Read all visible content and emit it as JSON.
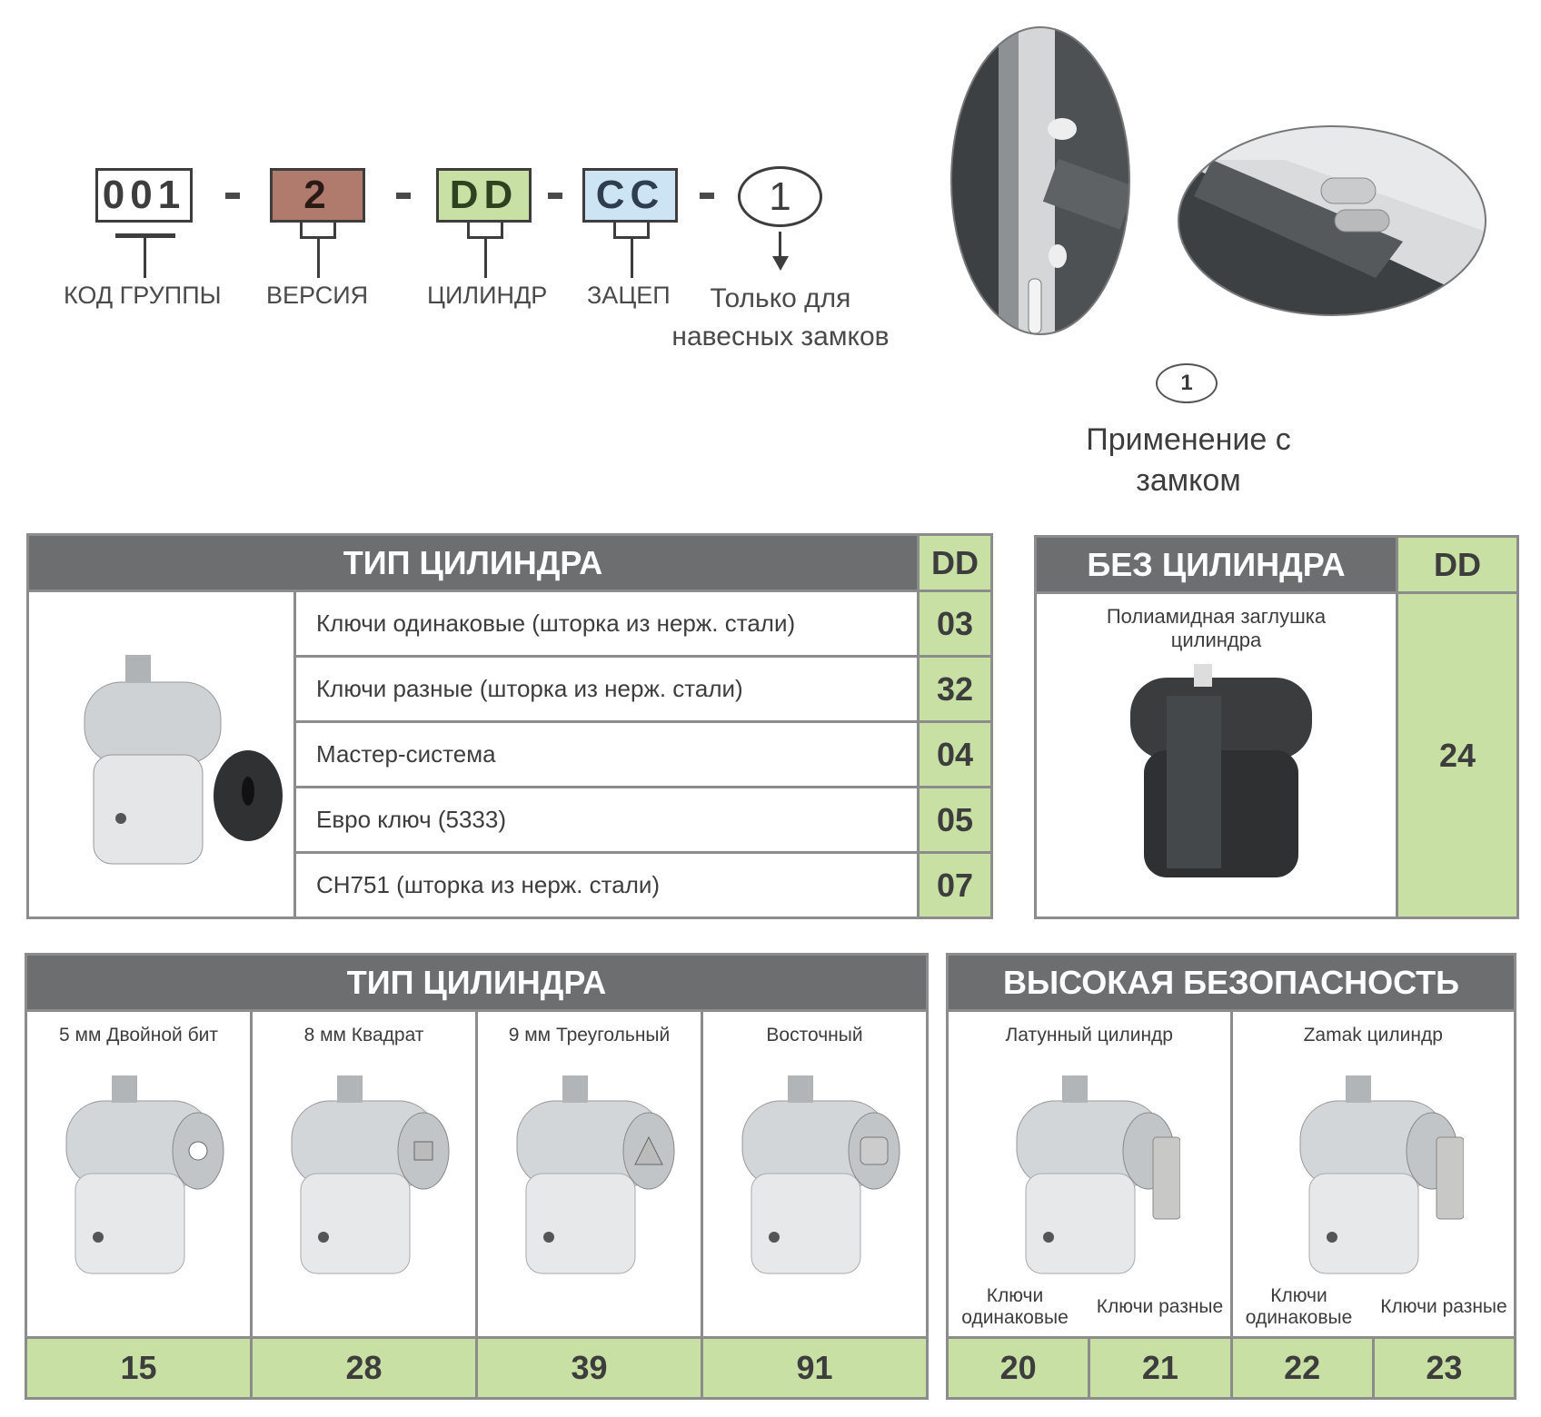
{
  "code": {
    "parts": [
      {
        "value": "001",
        "label": "КОД ГРУППЫ",
        "color": "#ffffff"
      },
      {
        "value": "2",
        "label": "ВЕРСИЯ",
        "color": "#b07b6c"
      },
      {
        "value": "DD",
        "label": "ЦИЛИНДР",
        "color": "#c8e0a4"
      },
      {
        "value": "CC",
        "label": "ЗАЦЕП",
        "color": "#cde4f5"
      }
    ],
    "separator": "-",
    "circle": "1",
    "circle_note_1": "Только для",
    "circle_note_2": "навесных замков"
  },
  "application": {
    "badge": "1",
    "caption_1": "Применение с",
    "caption_2": "замком"
  },
  "table_cylinder": {
    "title": "ТИП ЦИЛИНДРА",
    "code_header": "DD",
    "rows": [
      {
        "desc": "Ключи одинаковые (шторка из нерж. стали)",
        "code": "03"
      },
      {
        "desc": "Ключи разные (шторка из нерж. стали)",
        "code": "32"
      },
      {
        "desc": "Мастер-система",
        "code": "04"
      },
      {
        "desc": "Евро ключ (5333)",
        "code": "05"
      },
      {
        "desc": "CH751 (шторка из нерж. стали)",
        "code": "07"
      }
    ]
  },
  "table_no_cylinder": {
    "title": "БЕЗ ЦИЛИНДРА",
    "code_header": "DD",
    "caption": "Полиамидная заглушка цилиндра",
    "code": "24"
  },
  "table_cylinder_type2": {
    "title": "ТИП ЦИЛИНДРА",
    "items": [
      {
        "caption": "5 мм Двойной бит",
        "code": "15"
      },
      {
        "caption": "8 мм Квадрат",
        "code": "28"
      },
      {
        "caption": "9 мм Треугольный",
        "code": "39"
      },
      {
        "caption": "Восточный",
        "code": "91"
      }
    ]
  },
  "table_high_security": {
    "title": "ВЫСОКАЯ БЕЗОПАСНОСТЬ",
    "groups": [
      {
        "caption": "Латунный цилиндр",
        "same": "Ключи одинаковые",
        "diff": "Ключи разные",
        "codes": [
          "20",
          "21"
        ]
      },
      {
        "caption": "Zamak цилиндр",
        "same": "Ключи одинаковые",
        "diff": "Ключи разные",
        "codes": [
          "22",
          "23"
        ]
      }
    ]
  },
  "colors": {
    "header": "#6d6e70",
    "code_cell": "#c8e0a4",
    "border": "#8c8c8c"
  }
}
